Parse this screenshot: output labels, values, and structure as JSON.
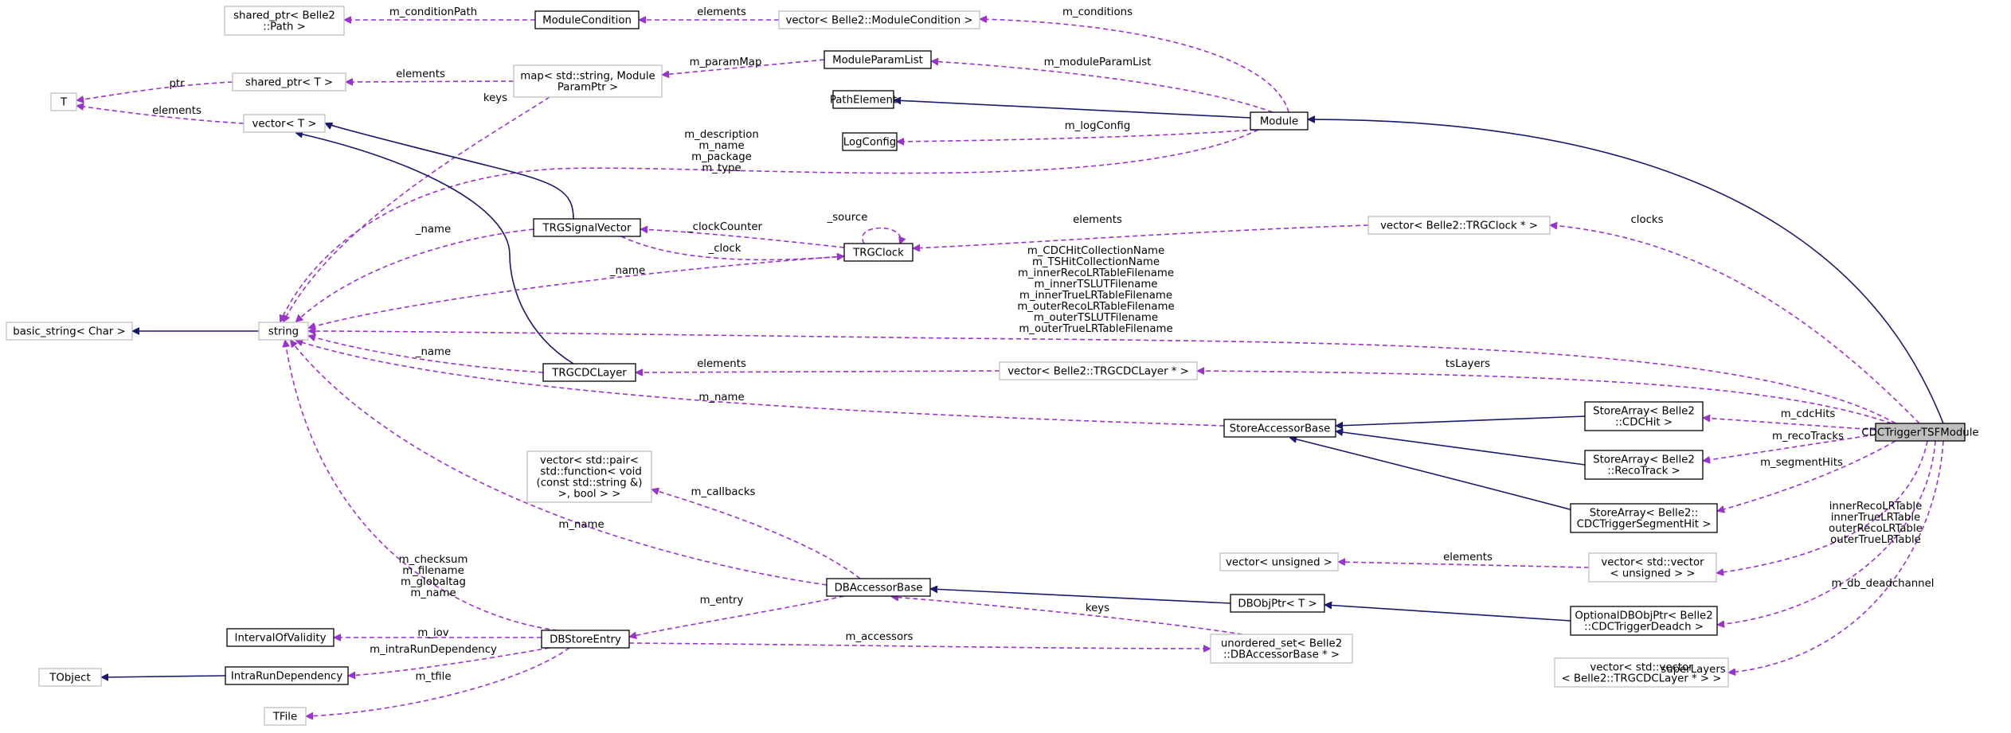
{
  "colors": {
    "inherit": "#191970",
    "usage": "#9a32cd",
    "doc_border": "#000000",
    "ext_border": "#bfbfbf",
    "focus_fill": "#bfbfbf",
    "background": "#ffffff"
  },
  "nodes": [
    {
      "id": "CDCTriggerTSFModule",
      "lines": [
        "CDCTriggerTSFModule"
      ],
      "kind": "focus"
    },
    {
      "id": "Module",
      "lines": [
        "Module"
      ],
      "kind": "doc"
    },
    {
      "id": "PathElement",
      "lines": [
        "PathElement"
      ],
      "kind": "doc"
    },
    {
      "id": "LogConfig",
      "lines": [
        "LogConfig"
      ],
      "kind": "doc"
    },
    {
      "id": "ModuleParamList",
      "lines": [
        "ModuleParamList"
      ],
      "kind": "doc"
    },
    {
      "id": "ModuleCondition",
      "lines": [
        "ModuleCondition"
      ],
      "kind": "doc"
    },
    {
      "id": "vecModuleCondition",
      "lines": [
        "vector< Belle2::ModuleCondition >"
      ],
      "kind": "ext"
    },
    {
      "id": "sharedPath",
      "lines": [
        "shared_ptr< Belle2",
        "::Path >"
      ],
      "kind": "ext"
    },
    {
      "id": "mapParam",
      "lines": [
        "map< std::string, Module",
        "ParamPtr >"
      ],
      "kind": "ext"
    },
    {
      "id": "sharedT",
      "lines": [
        "shared_ptr< T >"
      ],
      "kind": "ext"
    },
    {
      "id": "T",
      "lines": [
        "T"
      ],
      "kind": "ext"
    },
    {
      "id": "vectorT",
      "lines": [
        "vector< T >"
      ],
      "kind": "ext"
    },
    {
      "id": "TRGSignalVector",
      "lines": [
        "TRGSignalVector"
      ],
      "kind": "doc"
    },
    {
      "id": "TRGClock",
      "lines": [
        "TRGClock"
      ],
      "kind": "doc"
    },
    {
      "id": "vecTRGClock",
      "lines": [
        "vector< Belle2::TRGClock * >"
      ],
      "kind": "ext"
    },
    {
      "id": "basic_string",
      "lines": [
        "basic_string< Char >"
      ],
      "kind": "ext"
    },
    {
      "id": "string",
      "lines": [
        "string"
      ],
      "kind": "ext"
    },
    {
      "id": "TRGCDCLayer",
      "lines": [
        "TRGCDCLayer"
      ],
      "kind": "doc"
    },
    {
      "id": "vecTRGCDCLayer",
      "lines": [
        "vector< Belle2::TRGCDCLayer * >"
      ],
      "kind": "ext"
    },
    {
      "id": "StoreAccessorBase",
      "lines": [
        "StoreAccessorBase"
      ],
      "kind": "doc"
    },
    {
      "id": "StoreArrayCDCHit",
      "lines": [
        "StoreArray< Belle2",
        "::CDCHit >"
      ],
      "kind": "doc"
    },
    {
      "id": "StoreArrayRecoTrack",
      "lines": [
        "StoreArray< Belle2",
        "::RecoTrack >"
      ],
      "kind": "doc"
    },
    {
      "id": "StoreArraySegmentHit",
      "lines": [
        "StoreArray< Belle2::",
        "CDCTriggerSegmentHit >"
      ],
      "kind": "doc"
    },
    {
      "id": "vecPairCallbacks",
      "lines": [
        "vector< std::pair<",
        " std::function< void",
        "(const std::string &)",
        ">, bool > >"
      ],
      "kind": "ext"
    },
    {
      "id": "DBAccessorBase",
      "lines": [
        "DBAccessorBase"
      ],
      "kind": "doc"
    },
    {
      "id": "vecUnsigned",
      "lines": [
        "vector< unsigned >"
      ],
      "kind": "ext"
    },
    {
      "id": "vecVecUnsigned",
      "lines": [
        "vector< std::vector",
        "< unsigned > >"
      ],
      "kind": "ext"
    },
    {
      "id": "DBObjPtrT",
      "lines": [
        "DBObjPtr< T >"
      ],
      "kind": "doc"
    },
    {
      "id": "OptionalDBObjPtr",
      "lines": [
        "OptionalDBObjPtr< Belle2",
        "::CDCTriggerDeadch >"
      ],
      "kind": "doc"
    },
    {
      "id": "IntervalOfValidity",
      "lines": [
        "IntervalOfValidity"
      ],
      "kind": "doc"
    },
    {
      "id": "DBStoreEntry",
      "lines": [
        "DBStoreEntry"
      ],
      "kind": "doc"
    },
    {
      "id": "TObject",
      "lines": [
        "TObject"
      ],
      "kind": "ext"
    },
    {
      "id": "IntraRunDependency",
      "lines": [
        "IntraRunDependency"
      ],
      "kind": "doc"
    },
    {
      "id": "unorderedSet",
      "lines": [
        "unordered_set< Belle2",
        "::DBAccessorBase * >"
      ],
      "kind": "ext"
    },
    {
      "id": "TFile",
      "lines": [
        "TFile"
      ],
      "kind": "ext"
    },
    {
      "id": "vecVecLayer",
      "lines": [
        "vector< std::vector",
        "< Belle2::TRGCDCLayer * > >"
      ],
      "kind": "ext"
    }
  ],
  "edges": [
    {
      "id": "e-module-focus",
      "from": "CDCTriggerTSFModule",
      "to": "Module",
      "kind": "inherit",
      "label": []
    },
    {
      "id": "e-pathelement-module",
      "from": "Module",
      "to": "PathElement",
      "kind": "inherit",
      "label": []
    },
    {
      "id": "e-logconfig",
      "from": "Module",
      "to": "LogConfig",
      "kind": "usage",
      "label": [
        "m_logConfig"
      ]
    },
    {
      "id": "e-moduleparamlist",
      "from": "Module",
      "to": "ModuleParamList",
      "kind": "usage",
      "label": [
        "m_moduleParamList"
      ]
    },
    {
      "id": "e-conditions",
      "from": "Module",
      "to": "vecModuleCondition",
      "kind": "usage",
      "label": [
        "m_conditions"
      ]
    },
    {
      "id": "e-modcond-elements",
      "from": "vecModuleCondition",
      "to": "ModuleCondition",
      "kind": "usage",
      "label": [
        "elements"
      ]
    },
    {
      "id": "e-conditionpath",
      "from": "ModuleCondition",
      "to": "sharedPath",
      "kind": "usage",
      "label": [
        "m_conditionPath"
      ]
    },
    {
      "id": "e-parammap",
      "from": "ModuleParamList",
      "to": "mapParam",
      "kind": "usage",
      "label": [
        "m_paramMap"
      ]
    },
    {
      "id": "e-map-elements",
      "from": "mapParam",
      "to": "sharedT",
      "kind": "usage",
      "label": [
        "elements"
      ]
    },
    {
      "id": "e-map-keys",
      "from": "mapParam",
      "to": "string",
      "kind": "usage",
      "label": [
        "keys"
      ]
    },
    {
      "id": "e-ptr",
      "from": "sharedT",
      "to": "T",
      "kind": "usage",
      "label": [
        "ptr"
      ]
    },
    {
      "id": "e-vectorT-elements",
      "from": "vectorT",
      "to": "T",
      "kind": "usage",
      "label": [
        "elements"
      ]
    },
    {
      "id": "e-module-string",
      "from": "Module",
      "to": "string",
      "kind": "usage",
      "label": [
        "m_description",
        "m_name",
        "m_package",
        "m_type"
      ]
    },
    {
      "id": "e-signalvector-vectorT",
      "from": "TRGSignalVector",
      "to": "vectorT",
      "kind": "inherit",
      "label": []
    },
    {
      "id": "e-cdclayer-vectorT",
      "from": "TRGCDCLayer",
      "to": "vectorT",
      "kind": "inherit",
      "label": []
    },
    {
      "id": "e-signal-name",
      "from": "TRGSignalVector",
      "to": "string",
      "kind": "usage",
      "label": [
        "_name"
      ]
    },
    {
      "id": "e-clock-counter",
      "from": "TRGClock",
      "to": "TRGSignalVector",
      "kind": "usage",
      "label": [
        "_clockCounter"
      ]
    },
    {
      "id": "e-clock",
      "from": "TRGSignalVector",
      "to": "TRGClock",
      "kind": "usage",
      "label": [
        "_clock"
      ]
    },
    {
      "id": "e-source",
      "from": "TRGClock",
      "to": "TRGClock",
      "kind": "usage",
      "label": [
        "_source"
      ]
    },
    {
      "id": "e-clock-name",
      "from": "TRGClock",
      "to": "string",
      "kind": "usage",
      "label": [
        "_name"
      ]
    },
    {
      "id": "e-vecclock-elements",
      "from": "vecTRGClock",
      "to": "TRGClock",
      "kind": "usage",
      "label": [
        "elements"
      ]
    },
    {
      "id": "e-clocks",
      "from": "CDCTriggerTSFModule",
      "to": "vecTRGClock",
      "kind": "usage",
      "label": [
        "clocks"
      ]
    },
    {
      "id": "e-basicstring",
      "from": "string",
      "to": "basic_string",
      "kind": "inherit",
      "label": []
    },
    {
      "id": "e-focus-strings",
      "from": "CDCTriggerTSFModule",
      "to": "string",
      "kind": "usage",
      "label": [
        "m_CDCHitCollectionName",
        "m_TSHitCollectionName",
        "m_innerRecoLRTableFilename",
        "m_innerTSLUTFilename",
        "m_innerTrueLRTableFilename",
        "m_outerRecoLRTableFilename",
        "m_outerTSLUTFilename",
        "m_outerTrueLRTableFilename"
      ]
    },
    {
      "id": "e-layer-name",
      "from": "TRGCDCLayer",
      "to": "string",
      "kind": "usage",
      "label": [
        "_name"
      ]
    },
    {
      "id": "e-veclayer-elements",
      "from": "vecTRGCDCLayer",
      "to": "TRGCDCLayer",
      "kind": "usage",
      "label": [
        "elements"
      ]
    },
    {
      "id": "e-tslayers",
      "from": "CDCTriggerTSFModule",
      "to": "vecTRGCDCLayer",
      "kind": "usage",
      "label": [
        "tsLayers"
      ]
    },
    {
      "id": "e-storeaccessor-name",
      "from": "StoreAccessorBase",
      "to": "string",
      "kind": "usage",
      "label": [
        "m_name"
      ]
    },
    {
      "id": "e-cdchit-base",
      "from": "StoreArrayCDCHit",
      "to": "StoreAccessorBase",
      "kind": "inherit",
      "label": []
    },
    {
      "id": "e-recotrack-base",
      "from": "StoreArrayRecoTrack",
      "to": "StoreAccessorBase",
      "kind": "inherit",
      "label": []
    },
    {
      "id": "e-segment-base",
      "from": "StoreArraySegmentHit",
      "to": "StoreAccessorBase",
      "kind": "inherit",
      "label": []
    },
    {
      "id": "e-cdchits",
      "from": "CDCTriggerTSFModule",
      "to": "StoreArrayCDCHit",
      "kind": "usage",
      "label": [
        "m_cdcHits"
      ]
    },
    {
      "id": "e-recotracks",
      "from": "CDCTriggerTSFModule",
      "to": "StoreArrayRecoTrack",
      "kind": "usage",
      "label": [
        "m_recoTracks"
      ]
    },
    {
      "id": "e-segmenthits",
      "from": "CDCTriggerTSFModule",
      "to": "StoreArraySegmentHit",
      "kind": "usage",
      "label": [
        "m_segmentHits"
      ]
    },
    {
      "id": "e-lrtables",
      "from": "CDCTriggerTSFModule",
      "to": "vecVecUnsigned",
      "kind": "usage",
      "label": [
        "innerRecoLRTable",
        "innerTrueLRTable",
        "outerRecoLRTable",
        "outerTrueLRTable"
      ]
    },
    {
      "id": "e-vecunsigned-elements",
      "from": "vecVecUnsigned",
      "to": "vecUnsigned",
      "kind": "usage",
      "label": [
        "elements"
      ]
    },
    {
      "id": "e-callbacks",
      "from": "DBAccessorBase",
      "to": "vecPairCallbacks",
      "kind": "usage",
      "label": [
        "m_callbacks"
      ]
    },
    {
      "id": "e-dbaccessor-name",
      "from": "DBAccessorBase",
      "to": "string",
      "kind": "usage",
      "label": [
        "m_name"
      ]
    },
    {
      "id": "e-entry",
      "from": "DBAccessorBase",
      "to": "DBStoreEntry",
      "kind": "usage",
      "label": [
        "m_entry"
      ]
    },
    {
      "id": "e-dbobjptr-base",
      "from": "DBObjPtrT",
      "to": "DBAccessorBase",
      "kind": "inherit",
      "label": []
    },
    {
      "id": "e-optional-base",
      "from": "OptionalDBObjPtr",
      "to": "DBObjPtrT",
      "kind": "inherit",
      "label": []
    },
    {
      "id": "e-deadchannel",
      "from": "CDCTriggerTSFModule",
      "to": "OptionalDBObjPtr",
      "kind": "usage",
      "label": [
        "m_db_deadchannel"
      ]
    },
    {
      "id": "e-set-keys",
      "from": "unorderedSet",
      "to": "DBAccessorBase",
      "kind": "usage",
      "label": [
        "keys"
      ]
    },
    {
      "id": "e-accessors",
      "from": "DBStoreEntry",
      "to": "unorderedSet",
      "kind": "usage",
      "label": [
        "m_accessors"
      ]
    },
    {
      "id": "e-dbstore-strings",
      "from": "DBStoreEntry",
      "to": "string",
      "kind": "usage",
      "label": [
        "m_checksum",
        "m_filename",
        "m_globaltag",
        "m_name"
      ]
    },
    {
      "id": "e-iov",
      "from": "DBStoreEntry",
      "to": "IntervalOfValidity",
      "kind": "usage",
      "label": [
        "m_iov"
      ]
    },
    {
      "id": "e-intrarun",
      "from": "DBStoreEntry",
      "to": "IntraRunDependency",
      "kind": "usage",
      "label": [
        "m_intraRunDependency"
      ]
    },
    {
      "id": "e-tobject",
      "from": "IntraRunDependency",
      "to": "TObject",
      "kind": "inherit",
      "label": []
    },
    {
      "id": "e-tfile",
      "from": "DBStoreEntry",
      "to": "TFile",
      "kind": "usage",
      "label": [
        "m_tfile"
      ]
    },
    {
      "id": "e-superlayers",
      "from": "CDCTriggerTSFModule",
      "to": "vecVecLayer",
      "kind": "usage",
      "label": [
        "superLayers"
      ]
    }
  ]
}
